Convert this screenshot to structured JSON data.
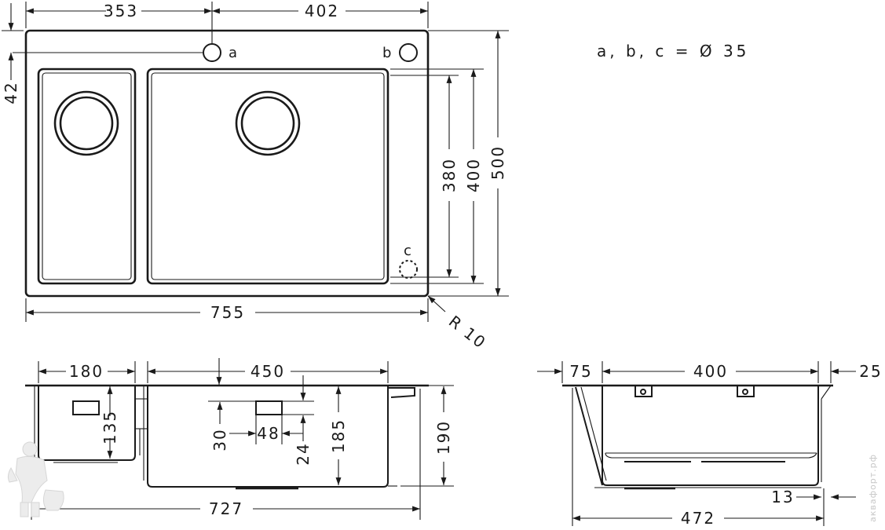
{
  "note": "a, b, c = Ø 35",
  "holes": {
    "a": "a",
    "b": "b",
    "c": "c"
  },
  "top_view": {
    "dims": {
      "left_offset": "353",
      "hole_spacing": "402",
      "hole_inset": "42",
      "bowl_inner_depth": "380",
      "bowl_outer_depth": "400",
      "total_depth": "500",
      "total_width": "755",
      "corner_radius": "R 10"
    }
  },
  "front_view": {
    "dims": {
      "small_bowl_width": "180",
      "large_bowl_width": "450",
      "small_bowl_height": "135",
      "overflow_offset": "30",
      "overflow_width": "48",
      "overflow_height": "24",
      "large_bowl_height": "185",
      "overall_height": "190",
      "overall_width": "727"
    }
  },
  "side_view": {
    "dims": {
      "front_lip": "75",
      "bowl_depth": "400",
      "back_lip": "25",
      "rear_offset": "13",
      "overall_depth": "472"
    }
  },
  "watermark": "аквафорт.рф"
}
